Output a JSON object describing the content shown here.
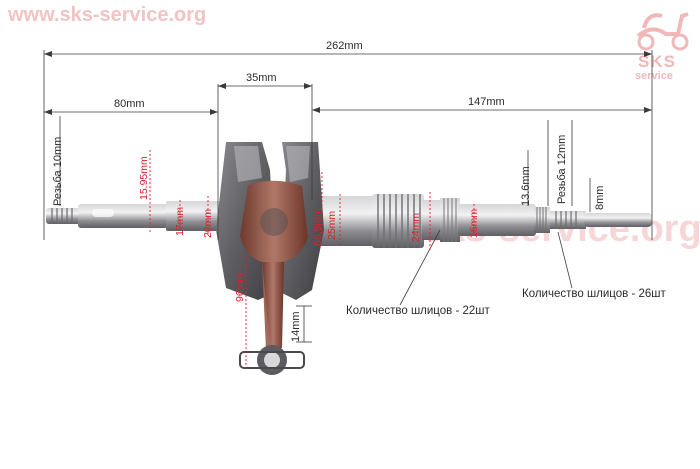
{
  "watermark": {
    "site_top": "www.sks-service.org",
    "site_center": "www.sks-service.org",
    "logo_word_1": "SKS",
    "logo_word_2": "service"
  },
  "dimensions": {
    "overall_length": "262mm",
    "crank_width": "35mm",
    "left_shaft": "80mm",
    "right_shaft": "147mm",
    "left_thread": "Резьба 10mm",
    "right_thread": "Резьба 12mm",
    "left_diameter_1": "15.95mm",
    "left_diameter_2": "17mm",
    "left_diameter_3": "20mm",
    "rod_length": "96mm",
    "web_diameter": "66.5mm",
    "small_end": "14mm",
    "shaft_diameter_1": "25mm",
    "shaft_diameter_2": "24mm",
    "shaft_diameter_3": "16mm",
    "right_diameter_1": "13.6mm",
    "right_end": "8mm"
  },
  "notes": {
    "splines_22": "Количество шлицов - 22шт",
    "splines_26": "Количество шлицов - 26шт"
  },
  "colors": {
    "dimension_red": "#e0202a",
    "watermark": "#f2c3c3",
    "steel": "#9a9a9e",
    "rod": "#8a5040"
  }
}
